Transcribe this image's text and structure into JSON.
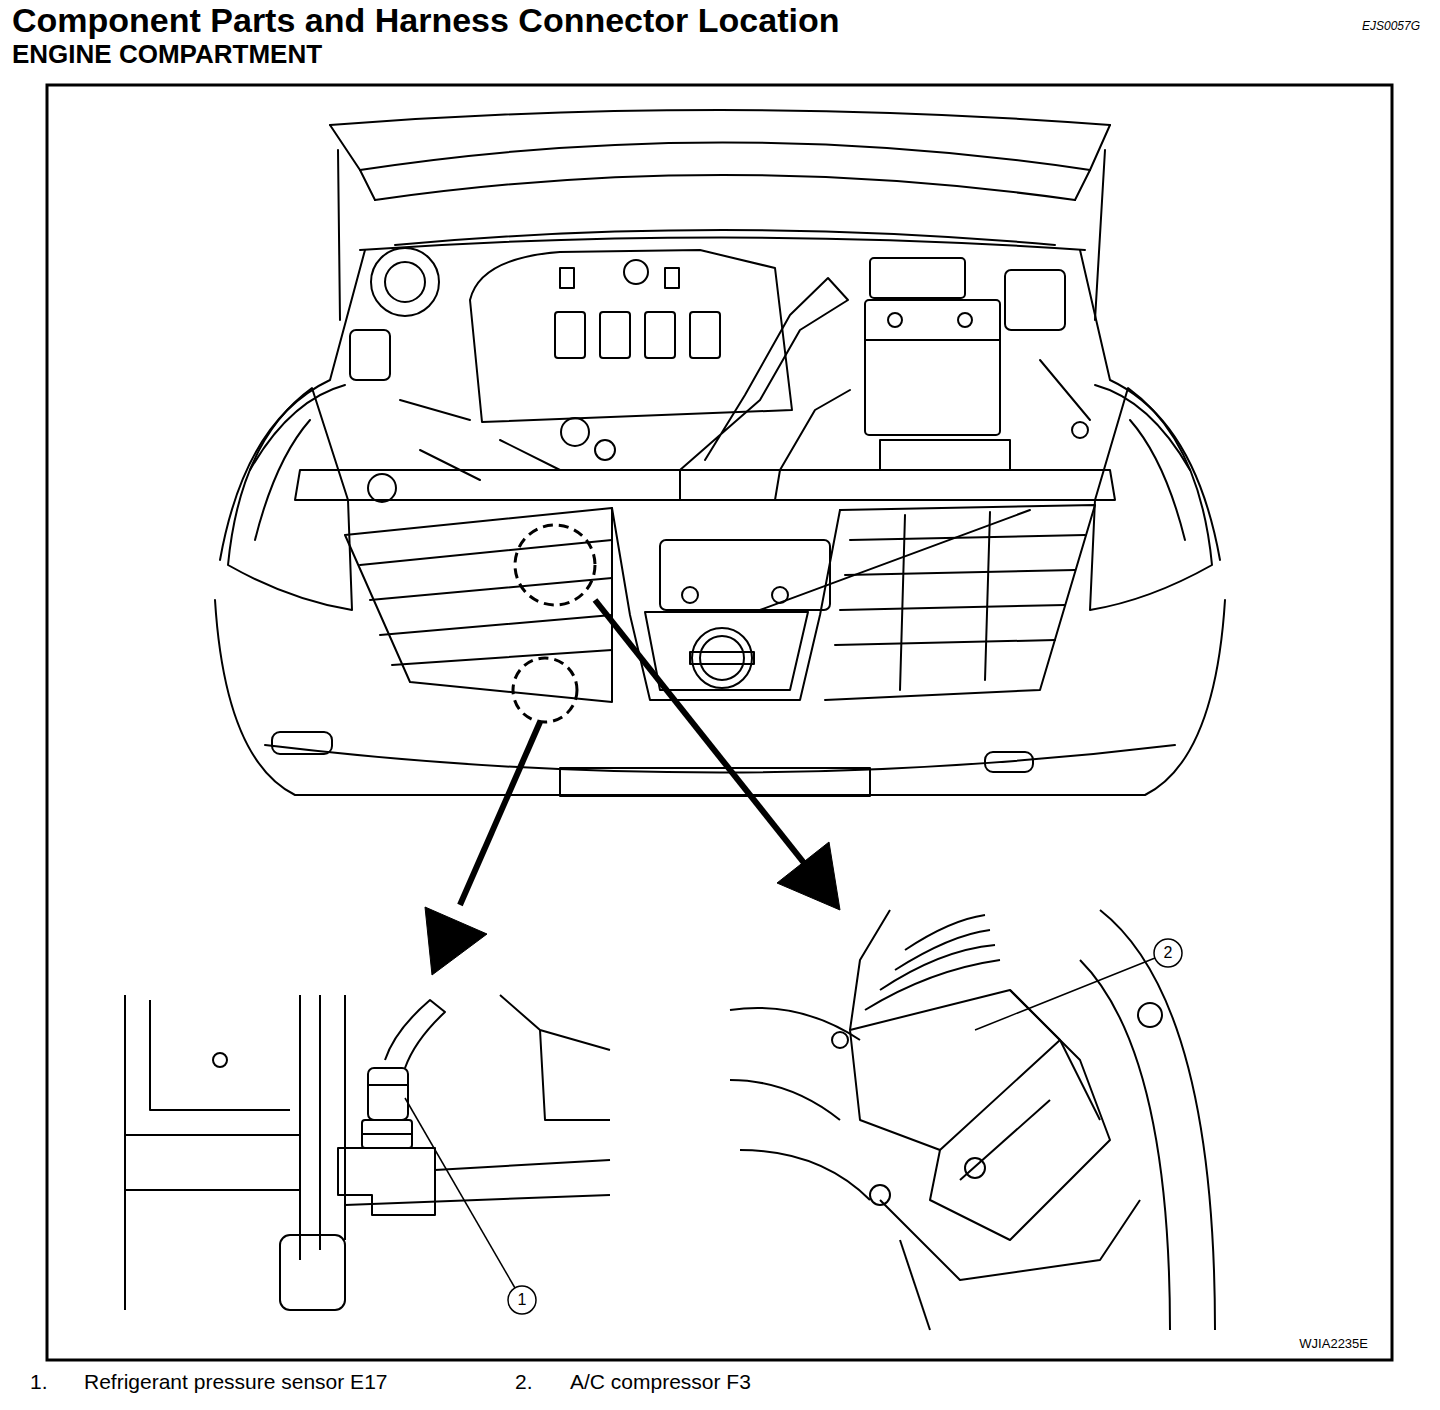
{
  "diagram": {
    "title": "Component Parts and Harness Connector Location",
    "labels": [
      "EJS0057G",
      "ENGINE COMPARTMENT",
      "2",
      "1",
      "WJIA2235E",
      "1.",
      "Refrigerant pressure sensor E17",
      "2.",
      "A/C compressor F3"
    ]
  }
}
